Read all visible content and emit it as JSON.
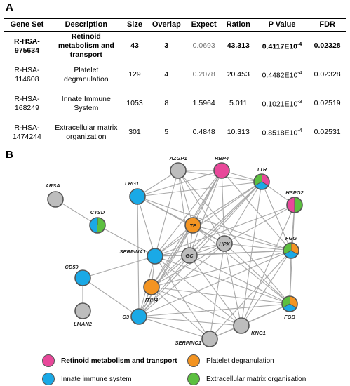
{
  "panels": {
    "a": "A",
    "b": "B"
  },
  "table": {
    "headers": [
      "Gene Set",
      "Description",
      "Size",
      "Overlap",
      "Expect",
      "Ration",
      "P Value",
      "FDR"
    ],
    "rows": [
      {
        "gene_set_1": "R-HSA-",
        "gene_set_2": "975634",
        "description": "Retinoid metabolism and transport",
        "size": "43",
        "overlap": "3",
        "expect": "0.0693",
        "ration": "43.313",
        "p_mantissa": "0.4117E10",
        "p_exp": "-4",
        "fdr": "0.02328"
      },
      {
        "gene_set_1": "R-HSA-",
        "gene_set_2": "114608",
        "description": "Platelet degranulation",
        "size": "129",
        "overlap": "4",
        "expect": "0.2078",
        "ration": "20.453",
        "p_mantissa": "0.4482E10",
        "p_exp": "-4",
        "fdr": "0.02328"
      },
      {
        "gene_set_1": "R-HSA-",
        "gene_set_2": "168249",
        "description": "Innate Immune System",
        "size": "1053",
        "overlap": "8",
        "expect": "1.5964",
        "ration": "5.011",
        "p_mantissa": "0.1021E10",
        "p_exp": "-3",
        "fdr": "0.02519"
      },
      {
        "gene_set_1": "R-HSA-",
        "gene_set_2": "1474244",
        "description": "Extracellular matrix organization",
        "size": "301",
        "overlap": "5",
        "expect": "0.4848",
        "ration": "10.313",
        "p_mantissa": "0.8518E10",
        "p_exp": "-4",
        "fdr": "0.02531"
      }
    ]
  },
  "colors": {
    "retinoid": "#e8489a",
    "platelet": "#f39422",
    "innate": "#1aa9e6",
    "ecm": "#5cbf40",
    "none": "#bdbdbd"
  },
  "network": {
    "nodes": [
      {
        "id": "AZGP1",
        "cat": []
      },
      {
        "id": "RBP4",
        "cat": [
          "retinoid"
        ]
      },
      {
        "id": "TTR",
        "cat": [
          "retinoid",
          "innate",
          "ecm"
        ]
      },
      {
        "id": "HSPG2",
        "cat": [
          "retinoid",
          "ecm"
        ]
      },
      {
        "id": "ARSA",
        "cat": []
      },
      {
        "id": "LRG1",
        "cat": [
          "innate"
        ]
      },
      {
        "id": "CTSD",
        "cat": [
          "innate",
          "ecm"
        ]
      },
      {
        "id": "TF",
        "cat": [
          "platelet"
        ]
      },
      {
        "id": "HPX",
        "cat": []
      },
      {
        "id": "GC",
        "cat": []
      },
      {
        "id": "SERPINA1",
        "cat": [
          "innate"
        ]
      },
      {
        "id": "FGG",
        "cat": [
          "platelet",
          "innate",
          "ecm"
        ]
      },
      {
        "id": "CD59",
        "cat": [
          "innate"
        ]
      },
      {
        "id": "ITIH4",
        "cat": [
          "platelet"
        ]
      },
      {
        "id": "LMAN2",
        "cat": []
      },
      {
        "id": "C3",
        "cat": [
          "innate"
        ]
      },
      {
        "id": "FGB",
        "cat": [
          "platelet",
          "innate",
          "ecm"
        ]
      },
      {
        "id": "KNG1",
        "cat": []
      },
      {
        "id": "SERPINC1",
        "cat": []
      }
    ],
    "edges": [
      [
        "ARSA",
        "CTSD"
      ],
      [
        "CTSD",
        "SERPINA1"
      ],
      [
        "CD59",
        "SERPINA1"
      ],
      [
        "CD59",
        "C3"
      ],
      [
        "CD59",
        "LMAN2"
      ],
      [
        "LRG1",
        "AZGP1"
      ],
      [
        "LRG1",
        "RBP4"
      ],
      [
        "LRG1",
        "TTR"
      ],
      [
        "LRG1",
        "SERPINA1"
      ],
      [
        "LRG1",
        "HPX"
      ],
      [
        "LRG1",
        "FGG"
      ],
      [
        "LRG1",
        "C3"
      ],
      [
        "LRG1",
        "TF"
      ],
      [
        "AZGP1",
        "RBP4"
      ],
      [
        "AZGP1",
        "TTR"
      ],
      [
        "AZGP1",
        "TF"
      ],
      [
        "AZGP1",
        "GC"
      ],
      [
        "AZGP1",
        "SERPINA1"
      ],
      [
        "AZGP1",
        "HPX"
      ],
      [
        "AZGP1",
        "FGB"
      ],
      [
        "RBP4",
        "TTR"
      ],
      [
        "RBP4",
        "TF"
      ],
      [
        "RBP4",
        "GC"
      ],
      [
        "RBP4",
        "SERPINA1"
      ],
      [
        "RBP4",
        "HPX"
      ],
      [
        "RBP4",
        "FGG"
      ],
      [
        "RBP4",
        "C3"
      ],
      [
        "RBP4",
        "ITIH4"
      ],
      [
        "TTR",
        "HSPG2"
      ],
      [
        "TTR",
        "TF"
      ],
      [
        "TTR",
        "GC"
      ],
      [
        "TTR",
        "HPX"
      ],
      [
        "TTR",
        "FGG"
      ],
      [
        "TTR",
        "SERPINA1"
      ],
      [
        "TTR",
        "C3"
      ],
      [
        "TTR",
        "KNG1"
      ],
      [
        "TTR",
        "ITIH4"
      ],
      [
        "HSPG2",
        "FGG"
      ],
      [
        "HSPG2",
        "FGB"
      ],
      [
        "HSPG2",
        "SERPINA1"
      ],
      [
        "HSPG2",
        "KNG1"
      ],
      [
        "HSPG2",
        "HPX"
      ],
      [
        "TF",
        "SERPINA1"
      ],
      [
        "TF",
        "HPX"
      ],
      [
        "TF",
        "GC"
      ],
      [
        "TF",
        "FGG"
      ],
      [
        "TF",
        "C3"
      ],
      [
        "TF",
        "ITIH4"
      ],
      [
        "TF",
        "FGB"
      ],
      [
        "HPX",
        "GC"
      ],
      [
        "HPX",
        "SERPINA1"
      ],
      [
        "HPX",
        "FGG"
      ],
      [
        "HPX",
        "FGB"
      ],
      [
        "HPX",
        "C3"
      ],
      [
        "HPX",
        "KNG1"
      ],
      [
        "HPX",
        "ITIH4"
      ],
      [
        "HPX",
        "SERPINC1"
      ],
      [
        "GC",
        "SERPINA1"
      ],
      [
        "GC",
        "FGG"
      ],
      [
        "GC",
        "FGB"
      ],
      [
        "GC",
        "C3"
      ],
      [
        "GC",
        "ITIH4"
      ],
      [
        "GC",
        "KNG1"
      ],
      [
        "SERPINA1",
        "FGG"
      ],
      [
        "SERPINA1",
        "FGB"
      ],
      [
        "SERPINA1",
        "C3"
      ],
      [
        "SERPINA1",
        "ITIH4"
      ],
      [
        "SERPINA1",
        "KNG1"
      ],
      [
        "SERPINA1",
        "SERPINC1"
      ],
      [
        "FGG",
        "FGB"
      ],
      [
        "FGG",
        "C3"
      ],
      [
        "FGG",
        "KNG1"
      ],
      [
        "FGG",
        "ITIH4"
      ],
      [
        "FGG",
        "SERPINC1"
      ],
      [
        "C3",
        "FGB"
      ],
      [
        "C3",
        "KNG1"
      ],
      [
        "C3",
        "ITIH4"
      ],
      [
        "C3",
        "SERPINC1"
      ],
      [
        "FGB",
        "KNG1"
      ],
      [
        "FGB",
        "ITIH4"
      ],
      [
        "FGB",
        "SERPINC1"
      ],
      [
        "KNG1",
        "SERPINC1"
      ],
      [
        "KNG1",
        "ITIH4"
      ],
      [
        "ITIH4",
        "SERPINC1"
      ]
    ]
  },
  "legend": {
    "retinoid": "Retinoid metabolism and transport",
    "platelet": "Platelet degranulation",
    "innate": "Innate immune system",
    "ecm": "Extracellular matrix organisation"
  }
}
